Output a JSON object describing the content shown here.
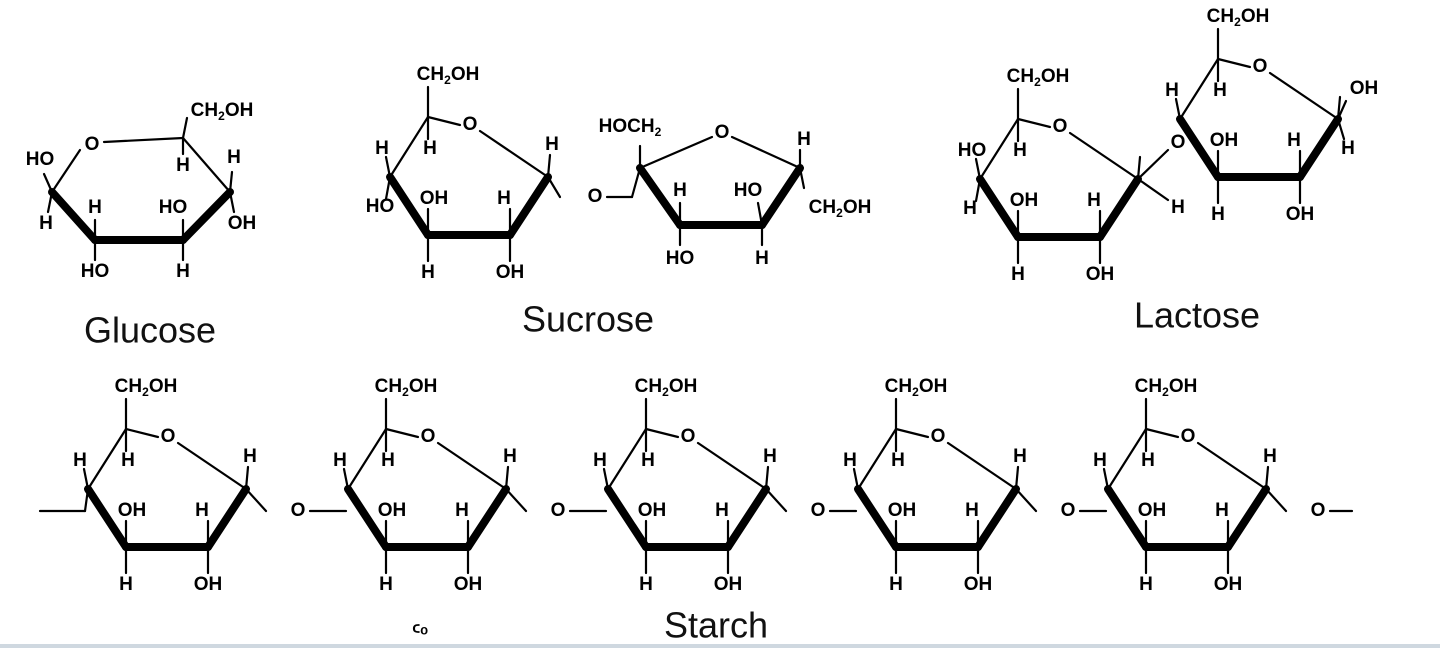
{
  "labels": {
    "glucose": "Glucose",
    "sucrose": "Sucrose",
    "lactose": "Lactose",
    "starch": "Starch",
    "fragment": "ᑦᵒ"
  },
  "atoms": {
    "O": "O",
    "H": "H",
    "OH": "OH",
    "HO": "HO",
    "CH2OH_a": "CH",
    "CH2OH_sub": "2",
    "CH2OH_b": "OH",
    "HOCH2": "HOCH",
    "HOCH2_sub": "2"
  }
}
